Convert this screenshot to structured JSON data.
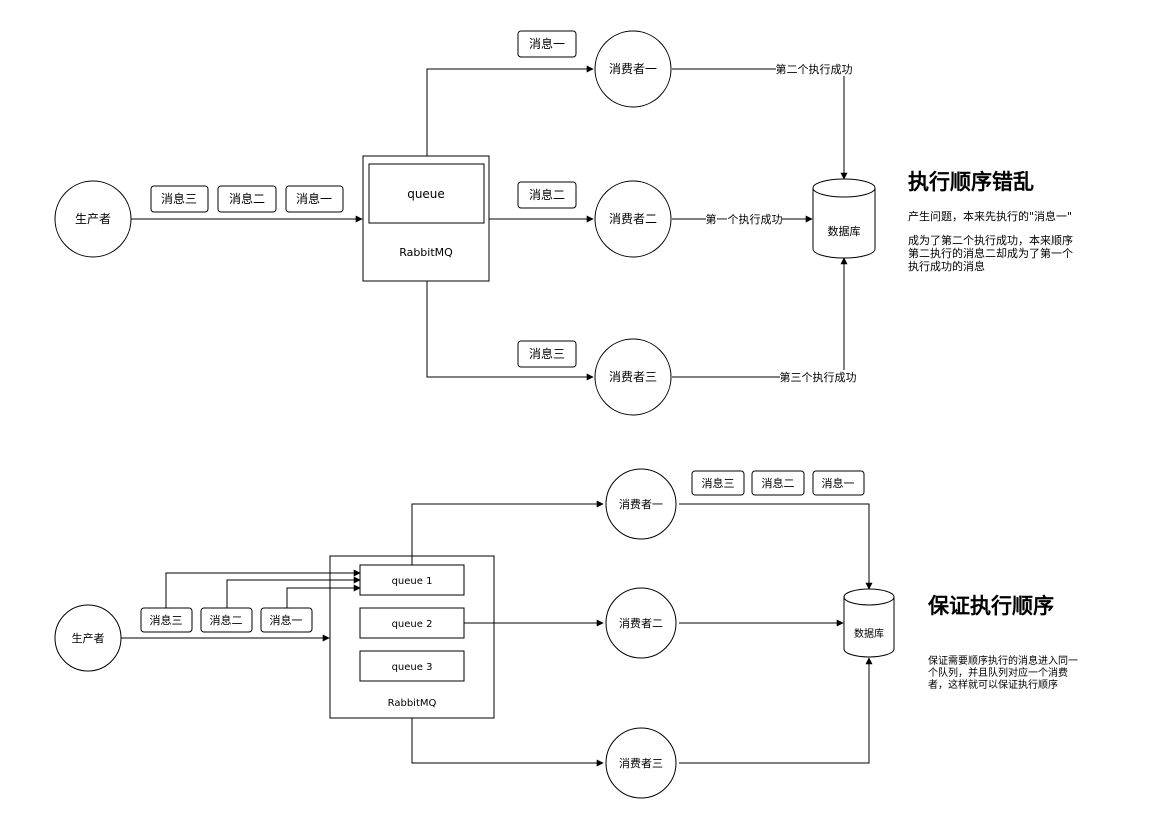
{
  "colors": {
    "stroke": "#000000",
    "background": "#ffffff"
  },
  "top": {
    "producer": "生产者",
    "messages": [
      "消息三",
      "消息二",
      "消息一"
    ],
    "queue": "queue",
    "broker": "RabbitMQ",
    "consumers": [
      "消费者一",
      "消费者二",
      "消费者三"
    ],
    "consumer_messages": [
      "消息一",
      "消息二",
      "消息三"
    ],
    "results": [
      "第二个执行成功",
      "第一个执行成功",
      "第三个执行成功"
    ],
    "database": "数据库",
    "title": "执行顺序错乱",
    "desc_line1": "产生问题，本来先执行的\"消息一\"",
    "desc_line2": "成为了第二个执行成功，本来顺序",
    "desc_line3": "第二执行的消息二却成为了第一个",
    "desc_line4": "执行成功的消息"
  },
  "bottom": {
    "producer": "生产者",
    "messages": [
      "消息三",
      "消息二",
      "消息一"
    ],
    "queues": [
      "queue 1",
      "queue 2",
      "queue 3"
    ],
    "broker": "RabbitMQ",
    "consumers": [
      "消费者一",
      "消费者二",
      "消费者三"
    ],
    "consumer_messages": [
      "消息三",
      "消息二",
      "消息一"
    ],
    "database": "数据库",
    "title": "保证执行顺序",
    "desc_line1": "保证需要顺序执行的消息进入同一",
    "desc_line2": "个队列，并且队列对应一个消费",
    "desc_line3": "者，这样就可以保证执行顺序"
  }
}
